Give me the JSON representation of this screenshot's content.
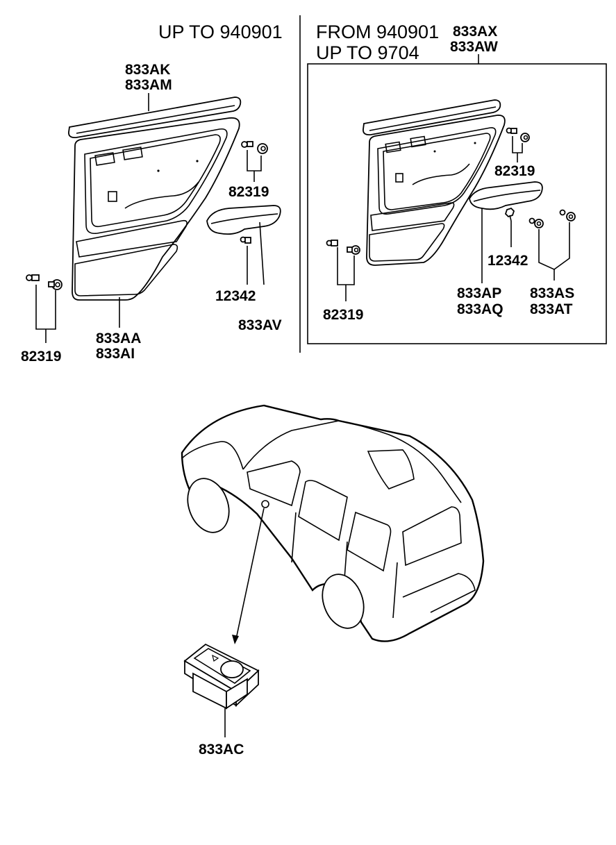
{
  "header_left": "UP TO 940901",
  "header_right": {
    "line1": "FROM 940901",
    "line2": "UP TO 9704"
  },
  "labels": {
    "mould_left": [
      "833AK",
      "833AM"
    ],
    "mould_right": [
      "833AX",
      "833AW"
    ],
    "clip_left_small": "82319",
    "clip_left_big": "82319",
    "clip_right_top": "82319",
    "clip_right_bottom": "82319",
    "screw_left": "12342",
    "screw_right": "12342",
    "handle_left": "833AV",
    "handle_right": [
      "833AP",
      "833AQ"
    ],
    "trim_left": [
      "833AA",
      "833AI"
    ],
    "caps_right": [
      "833AS",
      "833AT"
    ],
    "switch": "833AC"
  }
}
